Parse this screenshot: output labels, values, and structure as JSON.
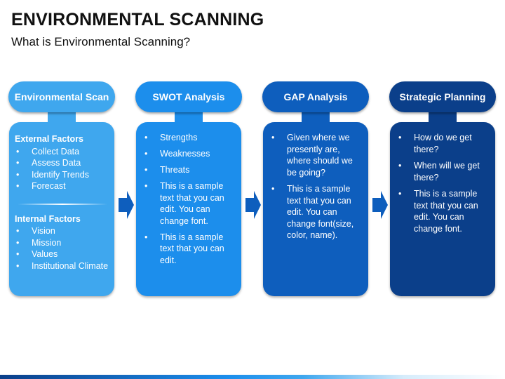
{
  "page": {
    "title": "ENVIRONMENTAL SCANNING",
    "subtitle": "What is Environmental Scanning?"
  },
  "colors": {
    "col1": "#3fa7ee",
    "col2": "#1c8eec",
    "col3": "#0e5ebd",
    "col4": "#0b3f8a",
    "arrow": "#0e5ebd"
  },
  "columns": [
    {
      "header": "Environmental Scan",
      "external_title": "External Factors",
      "external_items": [
        "Collect Data",
        "Assess Data",
        "Identify Trends",
        "Forecast"
      ],
      "internal_title": "Internal Factors",
      "internal_items": [
        "Vision",
        "Mission",
        "Values",
        "Institutional Climate"
      ]
    },
    {
      "header": "SWOT Analysis",
      "items": [
        "Strengths",
        "Weaknesses",
        "Threats",
        "This is a sample text that you can edit. You can change font.",
        "This is a sample text that you can edit."
      ]
    },
    {
      "header": "GAP Analysis",
      "items": [
        "Given where we presently are, where should we be going?",
        "This is a sample text that you can edit. You can change font(size, color, name)."
      ]
    },
    {
      "header": "Strategic Planning",
      "items": [
        "How do we get there?",
        "When will we get there?",
        "This is a sample text that you can edit. You can change font."
      ]
    }
  ],
  "icons": {
    "arrow": "chevron-right-arrow-icon"
  }
}
